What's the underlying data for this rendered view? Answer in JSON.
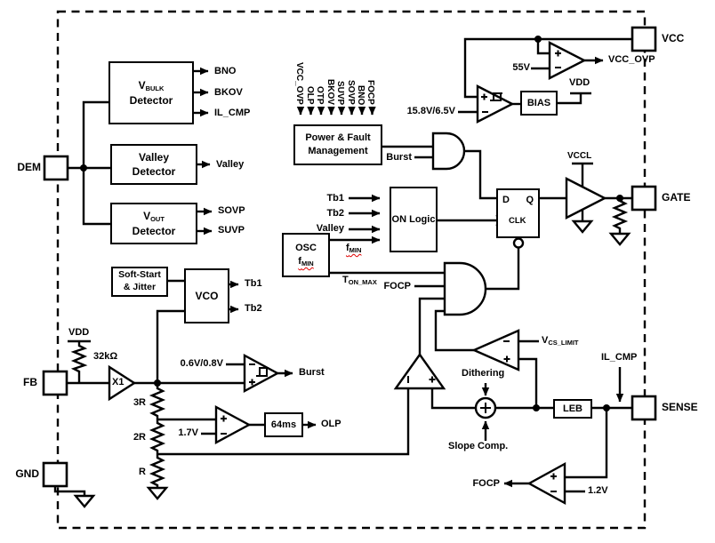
{
  "pins": {
    "dem": "DEM",
    "fb": "FB",
    "gnd": "GND",
    "vcc": "VCC",
    "gate": "GATE",
    "sense": "SENSE"
  },
  "blocks": {
    "vbulk_detector": {
      "v": "V",
      "sub": "BULK",
      "line2": "Detector"
    },
    "valley_detector": {
      "line1": "Valley",
      "line2": "Detector"
    },
    "vout_detector": {
      "v": "V",
      "sub": "OUT",
      "line2": "Detector"
    },
    "power_fault_management": {
      "line1": "Power & Fault",
      "line2": "Management",
      "inputs": [
        "VCC_OVP",
        "OLP",
        "OTP",
        "BKOV",
        "SUVP",
        "SOVP",
        "BNO",
        "FOCP"
      ]
    },
    "on_logic": {
      "label": "ON Logic"
    },
    "osc": {
      "label": "OSC",
      "f": "f",
      "f_sub": "MIN"
    },
    "soft_start": {
      "line1": "Soft-Start",
      "line2": "& Jitter"
    },
    "vco": {
      "label": "VCO"
    },
    "bias": {
      "label": "BIAS"
    },
    "olp_timer": {
      "label": "64ms"
    },
    "leb": {
      "label": "LEB"
    },
    "flip_flop": {
      "d": "D",
      "q": "Q",
      "clk": "CLK"
    },
    "x1_buffer": {
      "label": "X1"
    }
  },
  "signals": {
    "bno": "BNO",
    "bkov": "BKOV",
    "il_cmp": "IL_CMP",
    "valley": "Valley",
    "sovp": "SOVP",
    "suvp": "SUVP",
    "burst": "Burst",
    "tb1": "Tb1",
    "tb2": "Tb2",
    "f": "f",
    "f_sub": "MIN",
    "ton": "T",
    "ton_sub": "ON_MAX",
    "focp": "FOCP",
    "olp": "OLP",
    "vcc_ovp": "VCC_OVP",
    "vccl": "VCCL",
    "vdd": "VDD",
    "dithering": "Dithering",
    "slope_comp": "Slope Comp.",
    "vcs": "V",
    "vcs_sub": "CS_LIMIT"
  },
  "values": {
    "vcc_ovp_threshold": "55V",
    "vcc_hysteresis": "15.8V/6.5V",
    "burst_threshold": "0.6V/0.8V",
    "olp_threshold": "1.7V",
    "focp_threshold": "1.2V",
    "fb_pullup": "32kΩ",
    "r3": "3R",
    "r2": "2R",
    "r1": "R"
  },
  "colors": {
    "line": "#000000",
    "squiggle": "#e00000",
    "background": "#ffffff"
  }
}
